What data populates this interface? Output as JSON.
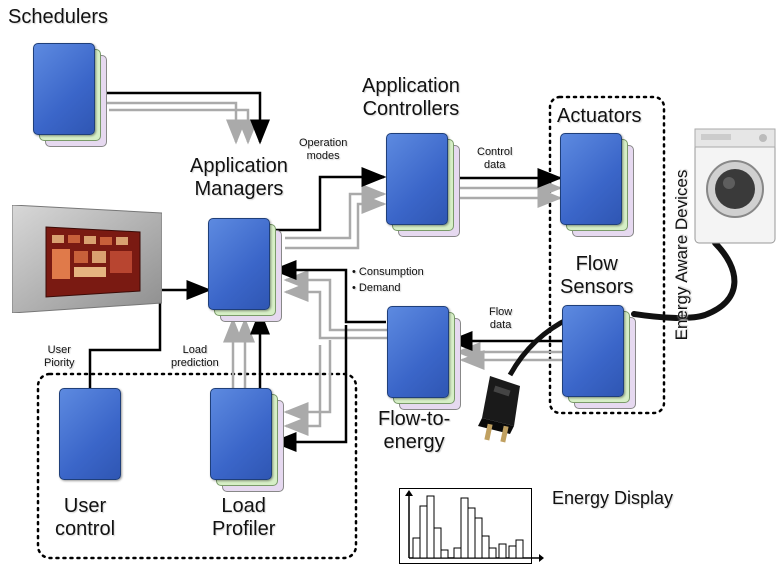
{
  "labels": {
    "schedulers": "Schedulers",
    "app_managers": "Application\nManagers",
    "app_controllers": "Application\nControllers",
    "actuators": "Actuators",
    "flow_sensors": "Flow\nSensors",
    "energy_aware_devices": "Energy Aware Devices",
    "flow_to_energy": "Flow-to-\nenergy",
    "user_control": "User\ncontrol",
    "load_profiler": "Load\nProfiler",
    "energy_display": "Energy Display"
  },
  "edge_labels": {
    "operation_modes": "Operation\nmodes",
    "control_data": "Control\ndata",
    "consumption": "Consumption",
    "demand": "Demand",
    "flow_data": "Flow\ndata",
    "user_priority": "User\nPiority",
    "load_prediction": "Load\nprediction"
  },
  "colors": {
    "box_front": "#3b66c9",
    "box_middle": "#d6efc6",
    "box_back": "#e6d9f0",
    "arrow": "#000000",
    "shadow_arrow": "#aaaaaa"
  },
  "icons": [
    "wall-panel-icon",
    "washing-machine-icon",
    "power-plug-icon",
    "bar-chart-icon"
  ]
}
